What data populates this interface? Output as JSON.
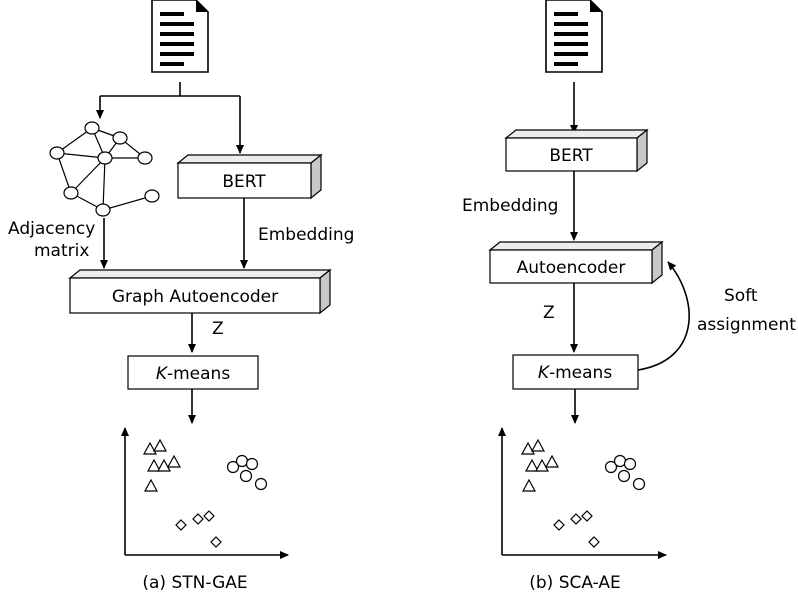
{
  "left": {
    "bert": "BERT",
    "embedding": "Embedding",
    "adjacency_1": "Adjacency",
    "adjacency_2": "matrix",
    "gae": "Graph Autoencoder",
    "z": "Z",
    "kmeans_k": "K",
    "kmeans_rest": "-means",
    "caption": "(a) STN-GAE"
  },
  "right": {
    "bert": "BERT",
    "embedding": "Embedding",
    "ae": "Autoencoder",
    "z": "Z",
    "soft_1": "Soft",
    "soft_2": "assignment",
    "kmeans_k": "K",
    "kmeans_rest": "-means",
    "caption": "(b) SCA-AE"
  },
  "scatter_markers": [
    "triangle",
    "circle",
    "diamond"
  ]
}
